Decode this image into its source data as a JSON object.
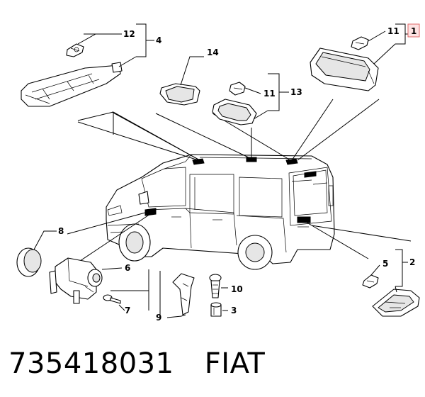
{
  "caption": {
    "part_number": "735418031",
    "brand": "FIAT"
  },
  "callouts": {
    "c1": "1",
    "c2": "2",
    "c3": "3",
    "c4": "4",
    "c5": "5",
    "c6": "6",
    "c7": "7",
    "c8": "8",
    "c9": "9",
    "c10": "10",
    "c11a": "11",
    "c11b": "11",
    "c12": "12",
    "c13": "13",
    "c14": "14"
  },
  "colors": {
    "highlight_fill": "#fde3e3",
    "highlight_stroke": "#e06a6a"
  }
}
